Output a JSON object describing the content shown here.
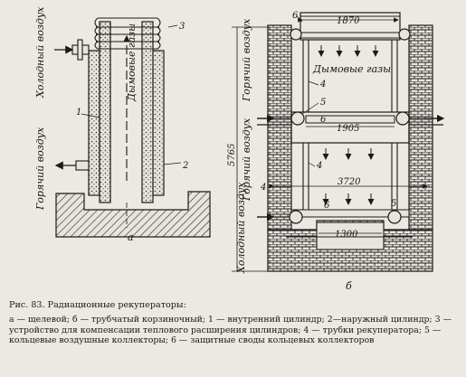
{
  "labels": {
    "cold_air": "Холодный воздух",
    "hot_air": "Горячий воздух",
    "smoke_gases_a": "Дымовые газы",
    "smoke_gases_b": "Дымовые газы",
    "hot_air_b": "Горячий воздух",
    "hot_air_b2": "Горячий воздух",
    "cold_air_b": "Холодный воздух",
    "view_a": "а",
    "view_b": "б"
  },
  "callouts": {
    "n1": "1",
    "n2": "2",
    "n3": "3",
    "b6a": "6",
    "b4a": "4",
    "b5a": "5",
    "b6b": "6",
    "b4b": "4",
    "b4c": "4",
    "b6c": "6",
    "b5b": "5"
  },
  "dimensions": {
    "d1870": "1870",
    "d1905": "1905",
    "d3720": "3720",
    "d1300": "1300",
    "d5765": "5765"
  },
  "caption": {
    "title": "Рис. 83. Радиационные рекуператоры:",
    "text": "а — щелевой; б — трубчатый корзиночный; 1 — внутренний цилиндр; 2—наружный цилиндр; 3 — устройство для компенсации теплового расширения цилиндров; 4 — трубки рекуператора; 5 — кольцевые воздушные коллекторы; 6 — защитные своды кольцевых коллекторов"
  }
}
